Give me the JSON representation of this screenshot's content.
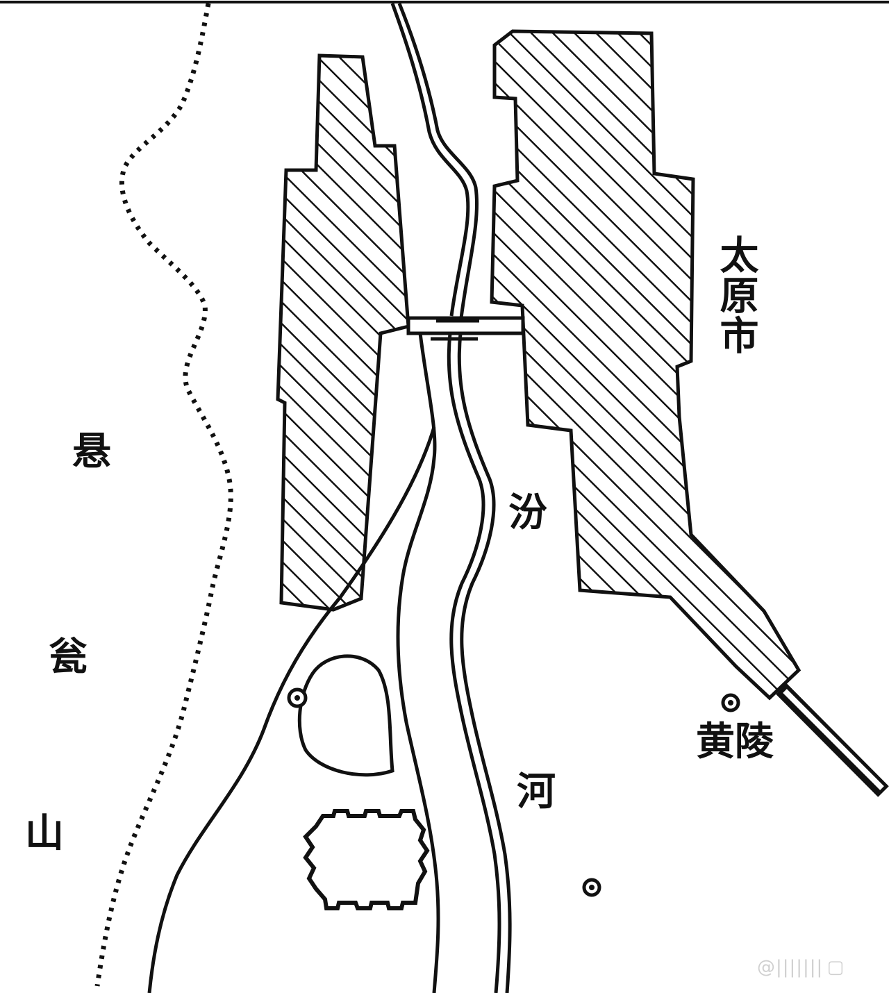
{
  "map": {
    "labels": {
      "taiyuan_city": "太原市",
      "xuan": "悬",
      "weng": "瓮",
      "shan": "山",
      "fen": "汾",
      "he": "河",
      "huangling": "黄陵"
    },
    "watermark": "@||||||| ▢"
  },
  "colors": {
    "ink": "#111111",
    "paper": "#ffffff",
    "watermark": "#cccccc"
  }
}
